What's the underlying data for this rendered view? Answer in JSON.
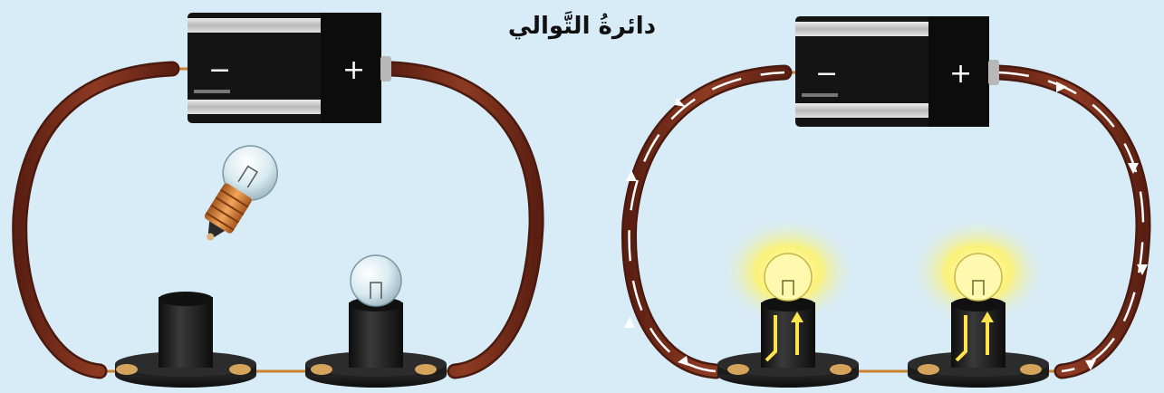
{
  "diagram": {
    "title": "دائرةُ التَّوالي",
    "battery_left": {
      "minus_sign": "−",
      "plus_sign": "+"
    },
    "battery_right": {
      "minus_sign": "−",
      "plus_sign": "+"
    },
    "left_circuit": {
      "state": "open",
      "bulbs_installed": 1,
      "bulb_removed": true,
      "bulbs_lit": 0
    },
    "right_circuit": {
      "state": "closed",
      "bulbs_installed": 2,
      "bulbs_lit": 2,
      "current_arrows": true
    },
    "colors": {
      "background": "#d8ecf8",
      "wire": "#7a2d1c",
      "battery_body": "#141414",
      "battery_stripe": "#cfcfcf",
      "glow": "#fff36a",
      "arrow": "#ffe34a"
    }
  }
}
